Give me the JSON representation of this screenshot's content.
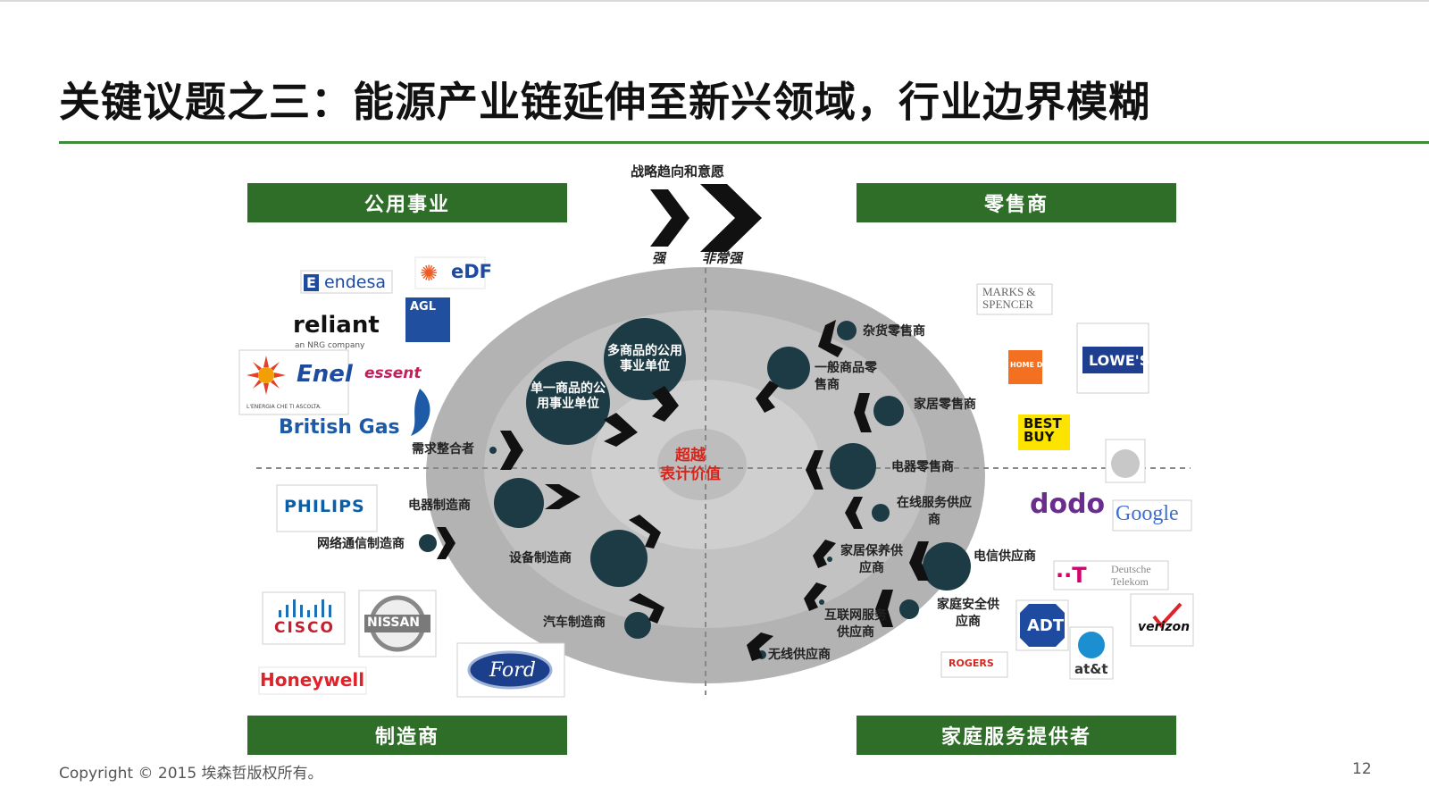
{
  "slide": {
    "title": "关键议题之三：能源产业链延伸至新兴领域，行业边界模糊",
    "copyright": "Copyright © 2015 埃森哲版权所有。",
    "page_number": "12"
  },
  "quadrants": {
    "top_left": "公用事业",
    "top_right": "零售商",
    "bottom_left": "制造商",
    "bottom_right": "家庭服务提供者"
  },
  "strategy": {
    "label": "战略趋向和意愿",
    "strong": "强",
    "very_strong": "非常强"
  },
  "center": {
    "line1": "超越",
    "line2": "表计价值"
  },
  "players_left": {
    "multi_product_utility": "多商品的公用事业单位",
    "single_product_utility": "单一商品的公用事业单位",
    "demand_aggregator": "需求整合者",
    "appliance_manufacturer": "电器制造商",
    "network_equipment_maker": "网络通信制造商",
    "equipment_manufacturer": "设备制造商",
    "auto_manufacturer": "汽车制造商"
  },
  "players_right": {
    "grocery_retailer": "杂货零售商",
    "general_merchandise": "一般商品零售商",
    "home_retailer": "家居零售商",
    "electronics_retailer": "电器零售商",
    "online_service": "在线服务供应商",
    "home_maintenance": "家居保养供应商",
    "telecom": "电信供应商",
    "internet_service": "互联网服务供应商",
    "home_security": "家庭安全供应商",
    "wireless": "无线供应商"
  },
  "logos": {
    "endesa": "endesa",
    "edf": "eDF",
    "reliant": "reliant",
    "nrg": "an NRG company",
    "agl": "AGL",
    "enel": "Enel",
    "enel_tag": "L'ENERGIA CHE TI ASCOLTA.",
    "essent": "essent",
    "british_gas": "British Gas",
    "philips": "PHILIPS",
    "cisco": "CISCO",
    "nissan": "NISSAN",
    "honeywell": "Honeywell",
    "ford": "Ford",
    "marks_spencer_1": "MARKS &",
    "marks_spencer_2": "SPENCER",
    "home_depot": "HOME DEPOT",
    "lowes": "LOWE'S",
    "best_buy_1": "BEST",
    "best_buy_2": "BUY",
    "dodo": "dodo",
    "google": "Google",
    "telekom_1": "Deutsche",
    "telekom_2": "Telekom",
    "adt": "ADT",
    "verizon": "verizon",
    "att": "at&t",
    "rogers": "ROGERS"
  },
  "colors": {
    "green": "#2f6e28",
    "rule_green": "#3e8a3a",
    "node": "#1d3b44",
    "center_red": "#d7261e",
    "ring_outer": "#b3b3b3",
    "ring_mid": "#c2c2c2",
    "ring_inner": "#cfcfcf"
  }
}
